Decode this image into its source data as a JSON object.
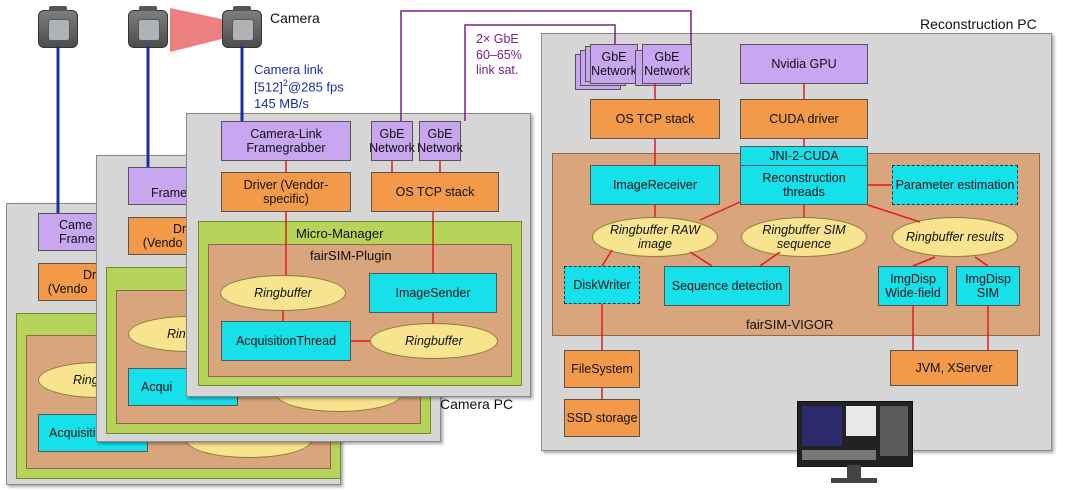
{
  "colors": {
    "purple": "#c9a7f0",
    "orange": "#f29a4a",
    "cyan": "#16e0ea",
    "yellow": "#f8e38e",
    "panel": "#d6d6d6",
    "green": "#b7d35a",
    "brown": "#d9a57c",
    "red_line": "#e11b1b",
    "blue_line": "#1b2fa0",
    "purple_line": "#7b1e8e"
  },
  "camera": {
    "label": "Camera",
    "icon": "camera-icon"
  },
  "camera_link": {
    "line1": "Camera link",
    "line2_base": "[512]",
    "line2_sup": "2",
    "line2_rest": "@285 fps",
    "line3": "145 MB/s"
  },
  "gbe_note": {
    "line1": "2× GbE",
    "line2": "60–65%",
    "line3": "link sat."
  },
  "camera_pc": {
    "title": "Camera PC",
    "framegrabber": "Camera-Link Framegrabber",
    "gbe1": "GbE Network",
    "gbe2": "GbE Network",
    "driver": "Driver (Vendor-specific)",
    "tcp": "OS TCP stack",
    "micro_manager": "Micro-Manager",
    "plugin": "fairSIM-Plugin",
    "ringbuffer1": "Ringbuffer",
    "ringbuffer2": "Ringbuffer",
    "image_sender": "ImageSender",
    "acquisition": "AcquisitionThread"
  },
  "stacked_back": {
    "frame1": "Frame",
    "frame2": "Frame",
    "came": "Came",
    "dr1": "Dr",
    "vendor1": "(Vendo",
    "dr2": "Dr",
    "vendor2": "(Vendo",
    "ring1": "Ring",
    "ring2": "Ringi",
    "acq1": "Acqui",
    "acq2": "Acquisiti"
  },
  "recon_pc": {
    "title": "Reconstruction PC",
    "gbe1": "GbE Network",
    "gbe2": "GbE Network",
    "gpu": "Nvidia GPU",
    "tcp": "OS TCP stack",
    "cuda": "CUDA driver",
    "jni": "JNI-2-CUDA",
    "image_receiver": "ImageReceiver",
    "recon_threads": "Reconstruction threads",
    "param": "Parameter estimation",
    "rb_raw": "Ringbuffer RAW image",
    "rb_sim": "Ringbuffer SIM sequence",
    "rb_results": "Ringbuffer results",
    "disk_writer": "DiskWriter",
    "seq_detect": "Sequence detection",
    "img_wide": "ImgDisp Wide-field",
    "img_sim": "ImgDisp SIM",
    "vigor": "fairSIM-VIGOR",
    "filesystem": "FileSystem",
    "ssd": "SSD storage",
    "jvm": "JVM, XServer",
    "monitor_icon": "monitor-icon"
  }
}
